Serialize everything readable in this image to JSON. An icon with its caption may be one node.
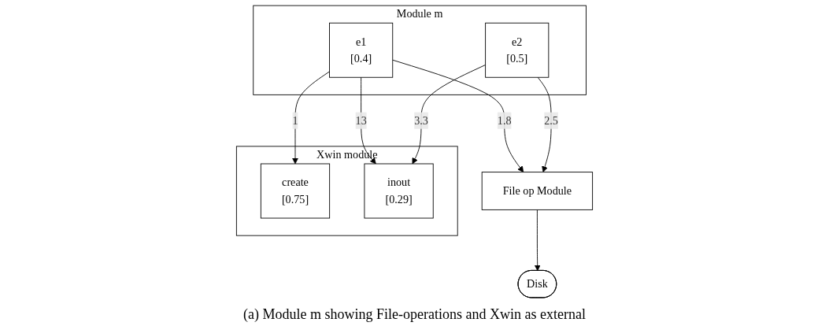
{
  "diagram": {
    "caption": "(a) Module m showing File-operations and Xwin as external",
    "nodes": [
      {
        "text": [
          "Module m"
        ]
      },
      {
        "text": [
          "e1",
          "[0.4]"
        ],
        "in": 0
      },
      {
        "text": [
          "e2",
          "[0.5]"
        ],
        "in": 0
      },
      {
        "text": [
          "File op Module"
        ]
      },
      {
        "text": [
          "Xwin module"
        ]
      },
      {
        "text": [
          "create",
          "[0.75]"
        ],
        "in": 4
      },
      {
        "text": [
          "inout",
          "[0.29]"
        ],
        "in": 4
      },
      {
        "text": [
          "Disk"
        ]
      }
    ],
    "edges": [
      {
        "from": 1,
        "to": 3,
        "arrow": "to",
        "label": "1.8"
      },
      {
        "from": 2,
        "to": 3,
        "arrow": "to",
        "label": "2.5"
      },
      {
        "from": 1,
        "to": 5,
        "arrow": "to",
        "label": "1"
      },
      {
        "from": 1,
        "to": 6,
        "arrow": "to",
        "label": "13"
      },
      {
        "from": 2,
        "to": 6,
        "arrow": "to",
        "label": "3.3"
      },
      {
        "from": 3,
        "to": 7,
        "arrow": "to"
      }
    ]
  }
}
